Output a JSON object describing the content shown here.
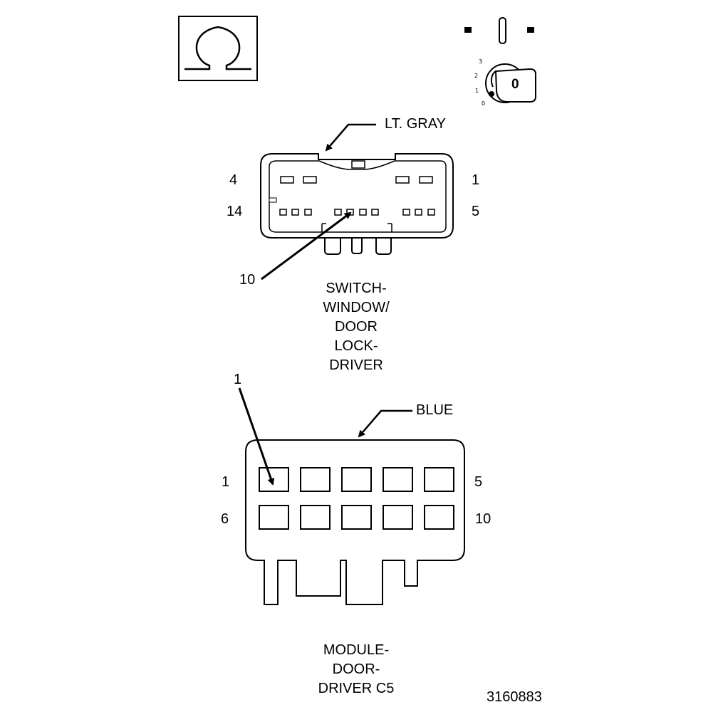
{
  "symbol": {
    "icon": "omega-icon"
  },
  "ignition": {
    "icon": "ignition-key-icon",
    "positions": [
      "3",
      "2",
      "1",
      "0"
    ],
    "key_label": "0"
  },
  "switch_connector": {
    "color_label": "LT. GRAY",
    "pin_top_left": "4",
    "pin_top_right": "1",
    "pin_bottom_left": "14",
    "pin_bottom_right": "5",
    "pin_callout": "10",
    "title_lines": [
      "SWITCH-",
      "WINDOW/",
      "DOOR",
      "LOCK-",
      "DRIVER"
    ]
  },
  "module_connector": {
    "color_label": "BLUE",
    "pin_callout": "1",
    "pin_top_left": "1",
    "pin_top_right": "5",
    "pin_bottom_left": "6",
    "pin_bottom_right": "10",
    "title_lines": [
      "MODULE-",
      "DOOR-",
      "DRIVER C5"
    ]
  },
  "figure_number": "3160883"
}
